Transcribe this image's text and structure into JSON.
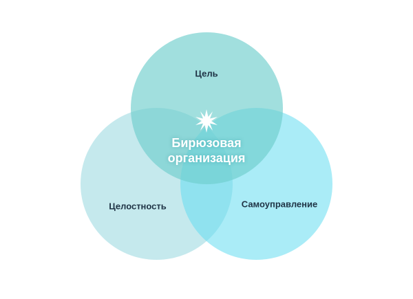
{
  "diagram": {
    "type": "venn",
    "center": {
      "label_line1": "Бирюзовая",
      "label_line2": "организация",
      "icon": "star-burst-icon"
    },
    "circles": [
      {
        "label": "Цель",
        "color": "#6ECECC"
      },
      {
        "label": "Целостность",
        "color": "#96D7DE"
      },
      {
        "label": "Самоуправление",
        "color": "#64DCF0"
      }
    ]
  }
}
